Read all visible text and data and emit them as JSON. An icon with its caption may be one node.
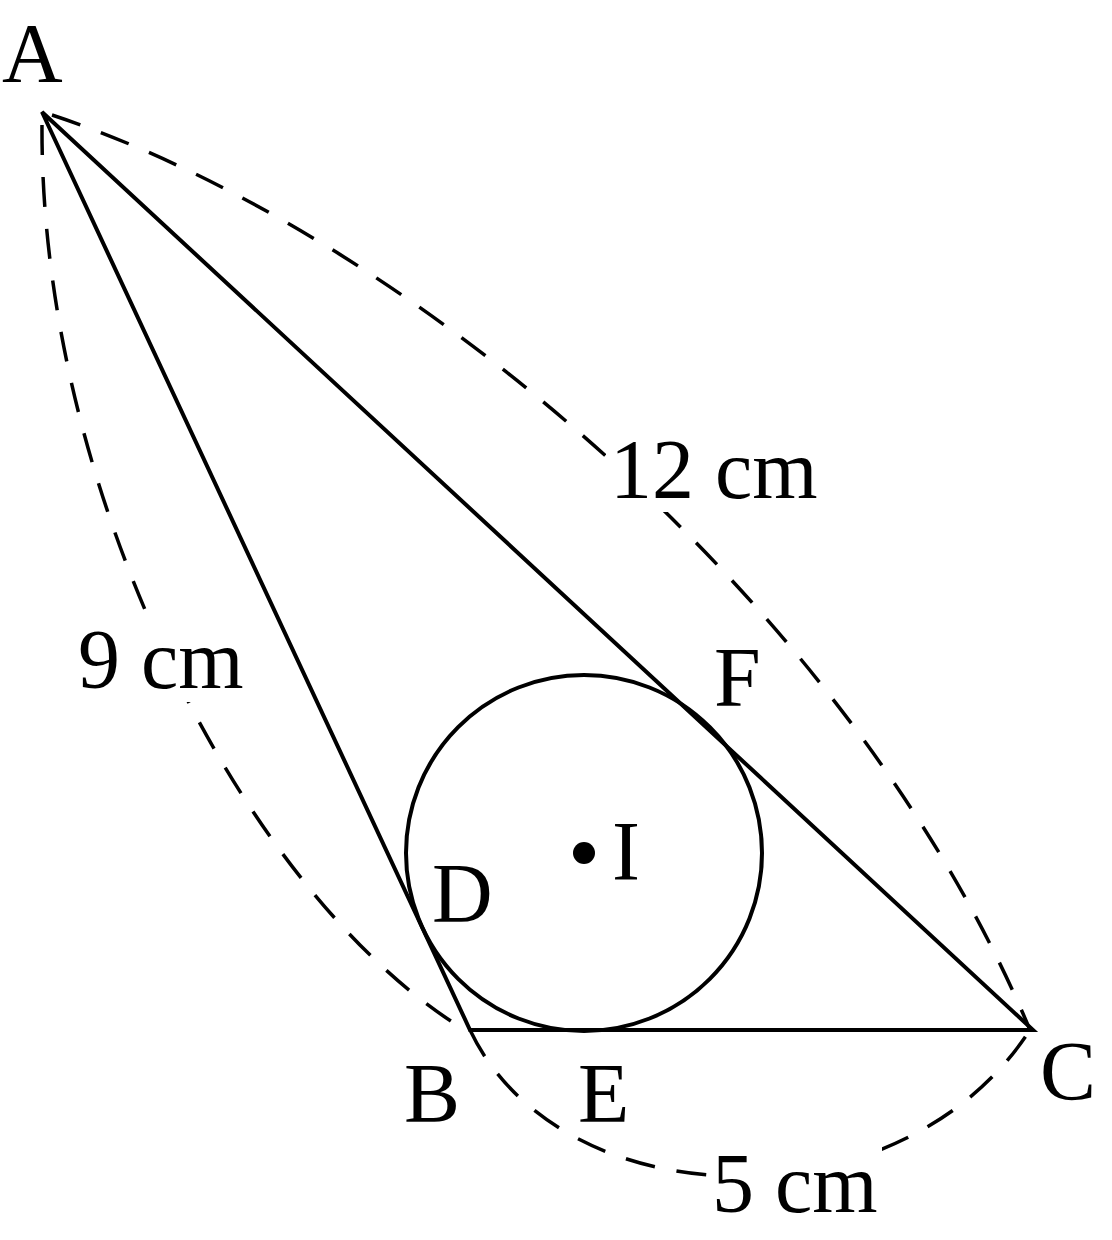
{
  "diagram": {
    "labels": [
      "A",
      "12 cm",
      "F",
      "9 cm",
      "I",
      "D",
      "B",
      "E",
      "C",
      "5 cm"
    ]
  }
}
